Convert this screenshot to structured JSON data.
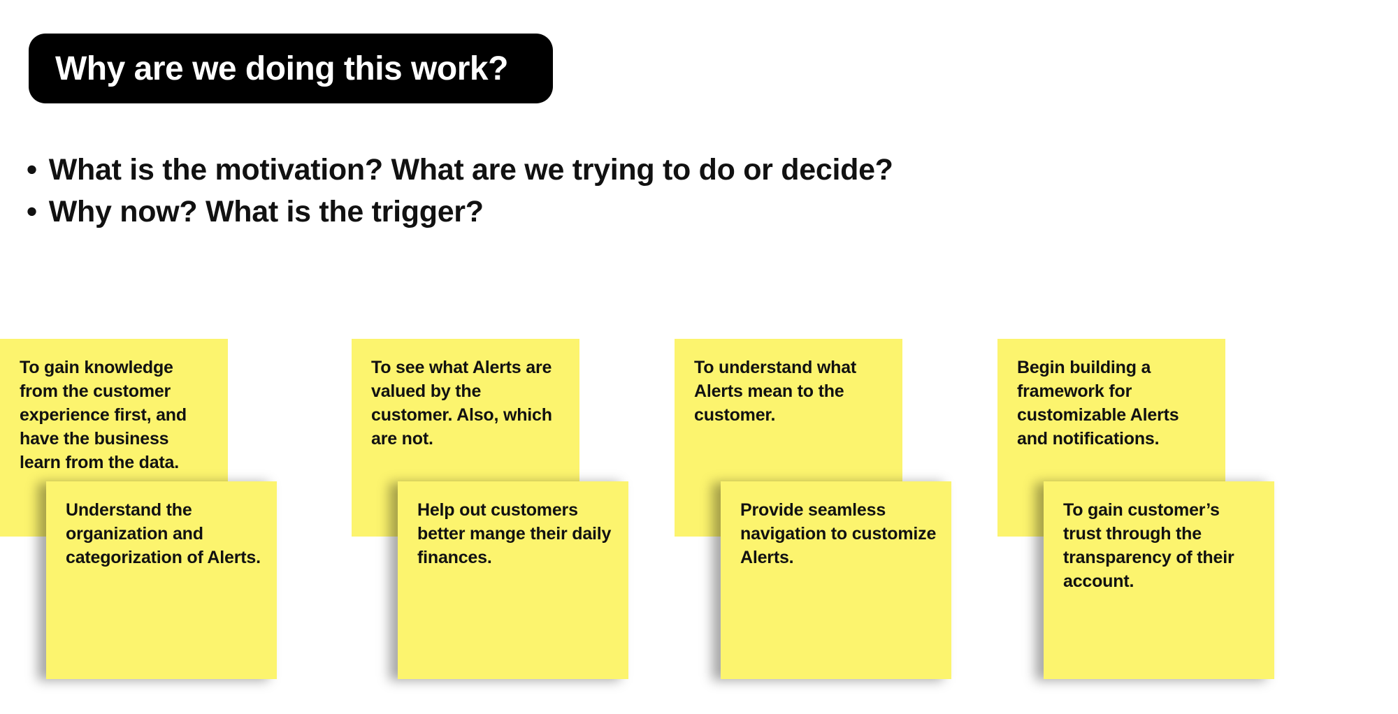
{
  "board": {
    "title": "Why are we doing this work?",
    "bullets": [
      "What is the motivation? What are we trying to do or decide?",
      "Why now? What is the trigger?"
    ]
  },
  "sticky_groups": [
    {
      "back": "To see what Alerts are valued by the customer. Also, which are not.",
      "front": "Help out customers better mange their daily finances."
    },
    {
      "back": "To understand what Alerts mean to the customer.",
      "front": "Provide seamless navigation to customize Alerts."
    },
    {
      "back": "Begin building a framework for customizable Alerts and notifications.",
      "front": "To gain customer’s trust through the transparency of their account."
    },
    {
      "back": "To gain knowledge from the customer experience first, and have the business learn from the data.",
      "front": "Understand the organization and categorization of Alerts."
    }
  ],
  "colors": {
    "sticky_yellow": "#FCF46E",
    "title_bg": "#000000",
    "title_text": "#FFFFFF",
    "body_text": "#111111",
    "canvas_bg": "#FFFFFF"
  }
}
